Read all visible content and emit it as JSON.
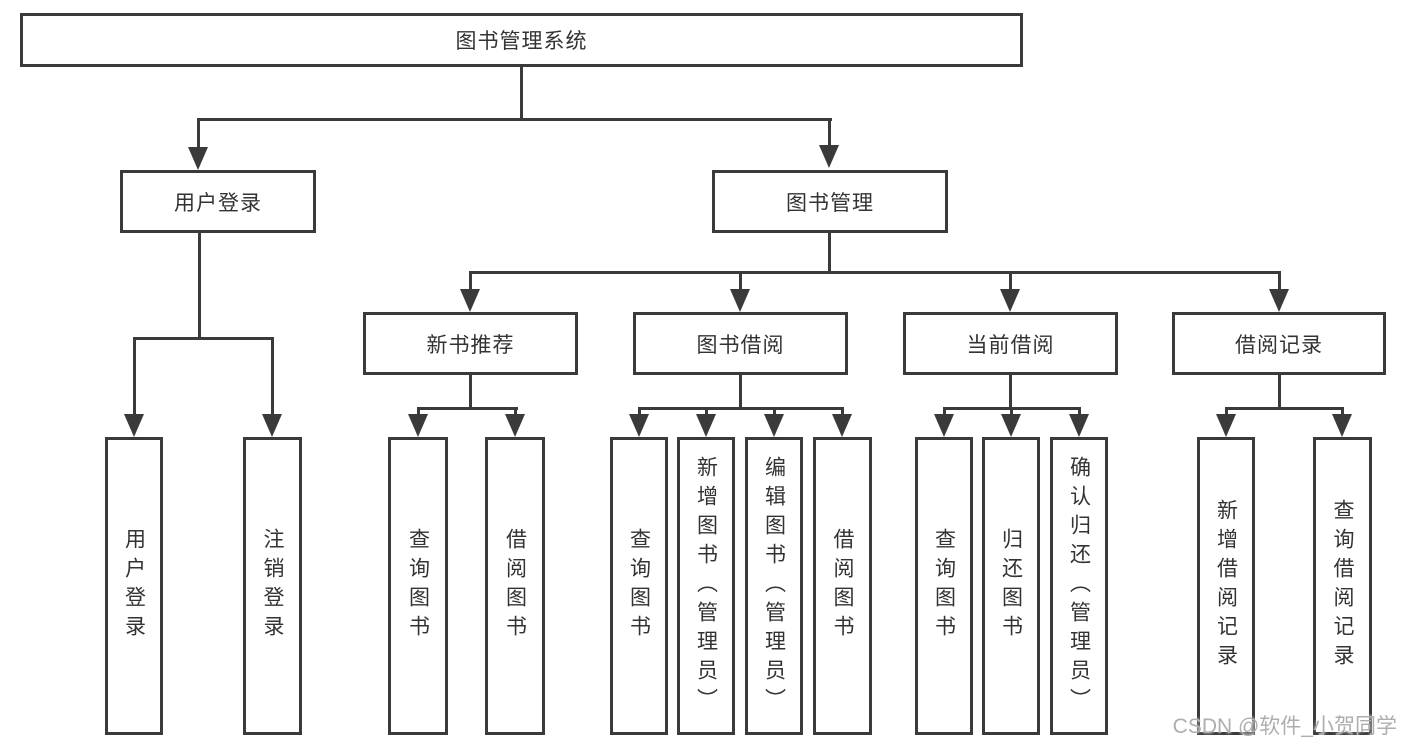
{
  "tree": {
    "root": "图书管理系统",
    "children": [
      {
        "label": "用户登录",
        "children": [
          "用户登录",
          "注销登录"
        ]
      },
      {
        "label": "图书管理",
        "children": [
          {
            "label": "新书推荐",
            "children": [
              "查询图书",
              "借阅图书"
            ]
          },
          {
            "label": "图书借阅",
            "children": [
              "查询图书",
              "新增图书（管理员）",
              "编辑图书（管理员）",
              "借阅图书"
            ]
          },
          {
            "label": "当前借阅",
            "children": [
              "查询图书",
              "归还图书",
              "确认归还（管理员）"
            ]
          },
          {
            "label": "借阅记录",
            "children": [
              "新增借阅记录",
              "查询借阅记录"
            ]
          }
        ]
      }
    ]
  },
  "watermark": "CSDN @软件_小贺同学",
  "colors": {
    "line": "#3a3a3a",
    "text": "#333333",
    "background": "#ffffff",
    "watermark": "#aeaeae"
  }
}
